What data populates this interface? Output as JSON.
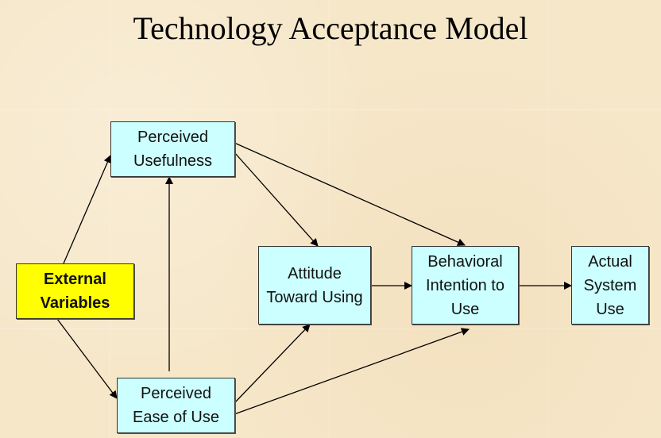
{
  "title": "Technology Acceptance Model",
  "nodes": {
    "external": "External\nVariables",
    "usefulness": "Perceived\nUsefulness",
    "ease": "Perceived\nEase of Use",
    "attitude": "Attitude\nToward Using",
    "intention": "Behavioral\nIntention to\nUse",
    "actual": "Actual\nSystem\nUse"
  },
  "colors": {
    "node_fill": "#ccffff",
    "external_fill": "#ffff00",
    "background": "#f6e7c9"
  }
}
